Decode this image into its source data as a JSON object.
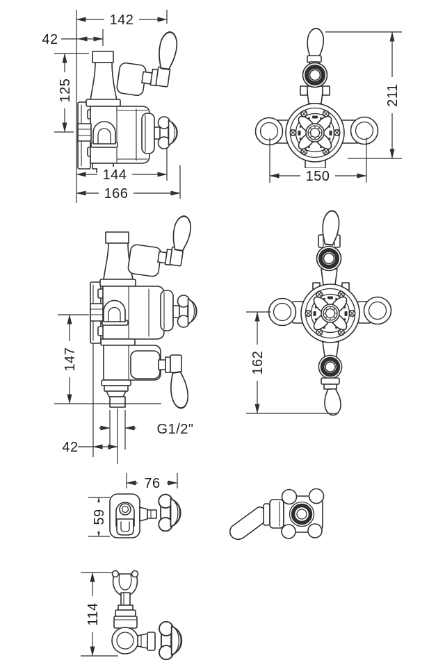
{
  "style": {
    "line_color": "#2f2f2f",
    "background": "#ffffff"
  },
  "views": {
    "single_side": {
      "dim_top_width": "142",
      "dim_wall_offset": "42",
      "dim_upper_height": "125",
      "dim_body_width": "144",
      "dim_overall_width": "166"
    },
    "single_front": {
      "dim_overall_height": "211",
      "dim_width": "150"
    },
    "twin_side": {
      "dim_lower_height": "147",
      "outlet_thread": "G1/2\"",
      "dim_outlet_offset": "42"
    },
    "twin_front": {
      "dim_lower_height": "162"
    },
    "bracket_plan": {
      "dim_projection": "76",
      "dim_width": "59"
    },
    "cradle_side": {
      "dim_height": "114"
    }
  }
}
